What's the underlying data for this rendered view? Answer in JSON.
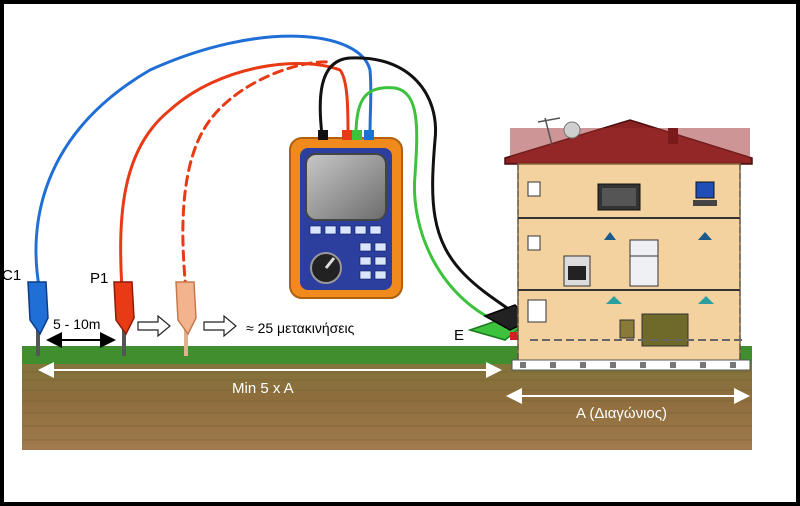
{
  "labels": {
    "c1": "C1",
    "p1": "P1",
    "e": "E",
    "spacing": "5 - 10m",
    "moves": "≈ 25 μετακινήσεις",
    "min_distance": "Min 5 x A",
    "diagonal": "A (Διαγώνιος)"
  },
  "colors": {
    "background": "#ffffff",
    "grass": "#3f8f2f",
    "soil_top": "#6b8a3a",
    "soil_bottom": "#8c6a3c",
    "wire_blue": "#1f6fd6",
    "wire_red": "#e83a14",
    "wire_green": "#3cc23c",
    "wire_black": "#111111",
    "meter_body": "#f08a1c",
    "meter_panel": "#2c3f9e",
    "roof": "#8a2222",
    "house_wall": "#f4d2a0"
  }
}
